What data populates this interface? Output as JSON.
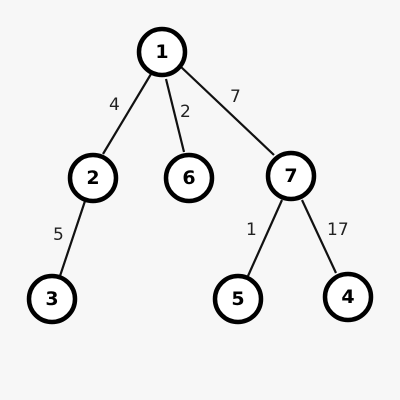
{
  "tree": {
    "nodes": [
      {
        "id": "n1",
        "label": "1"
      },
      {
        "id": "n2",
        "label": "2"
      },
      {
        "id": "n6",
        "label": "6"
      },
      {
        "id": "n7",
        "label": "7"
      },
      {
        "id": "n3",
        "label": "3"
      },
      {
        "id": "n5",
        "label": "5"
      },
      {
        "id": "n4",
        "label": "4"
      }
    ],
    "edges": [
      {
        "from": "1",
        "to": "2",
        "weight": "4"
      },
      {
        "from": "1",
        "to": "6",
        "weight": "2"
      },
      {
        "from": "1",
        "to": "7",
        "weight": "7"
      },
      {
        "from": "2",
        "to": "3",
        "weight": "5"
      },
      {
        "from": "7",
        "to": "5",
        "weight": "1"
      },
      {
        "from": "7",
        "to": "4",
        "weight": "17"
      }
    ]
  },
  "colors": {
    "background": "#f7f7f7",
    "node_fill": "#ffffff",
    "node_stroke": "#000000",
    "edge": "#111111"
  }
}
